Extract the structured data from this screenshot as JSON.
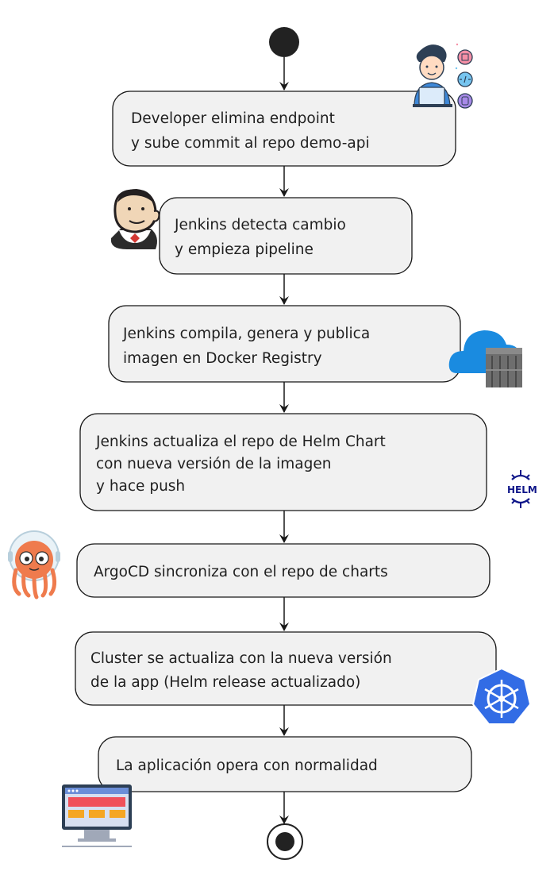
{
  "steps": [
    {
      "id": "commit",
      "lines": [
        "Developer elimina endpoint",
        "y sube commit al repo demo-api"
      ]
    },
    {
      "id": "jenkins-detect",
      "lines": [
        "Jenkins detecta cambio",
        "y empieza pipeline"
      ]
    },
    {
      "id": "jenkins-build",
      "lines": [
        "Jenkins compila, genera y publica",
        "imagen en Docker Registry"
      ]
    },
    {
      "id": "jenkins-helm",
      "lines": [
        "Jenkins actualiza el repo de Helm Chart",
        "con nueva versión de la imagen",
        "y hace push"
      ]
    },
    {
      "id": "argocd-sync",
      "lines": [
        "ArgoCD sincroniza con el repo de charts"
      ]
    },
    {
      "id": "cluster-update",
      "lines": [
        "Cluster se actualiza con la nueva versión",
        "de la app (Helm release actualizado)"
      ]
    },
    {
      "id": "app-ok",
      "lines": [
        "La aplicación opera con normalidad"
      ]
    }
  ],
  "icons": {
    "developer": "developer-icon",
    "jenkins": "jenkins-icon",
    "registry": "container-registry-icon",
    "helm": "helm-icon",
    "helm_label": "HELM",
    "argocd": "argocd-icon",
    "kubernetes": "kubernetes-icon",
    "app": "monitor-app-icon"
  },
  "colors": {
    "box_fill": "#f1f1f1",
    "box_stroke": "#181818",
    "arrow": "#181818",
    "helm": "#0f1689",
    "kubernetes": "#326ce5",
    "azure_cloud": "#1a8be0",
    "argocd": "#ef7b4d"
  }
}
